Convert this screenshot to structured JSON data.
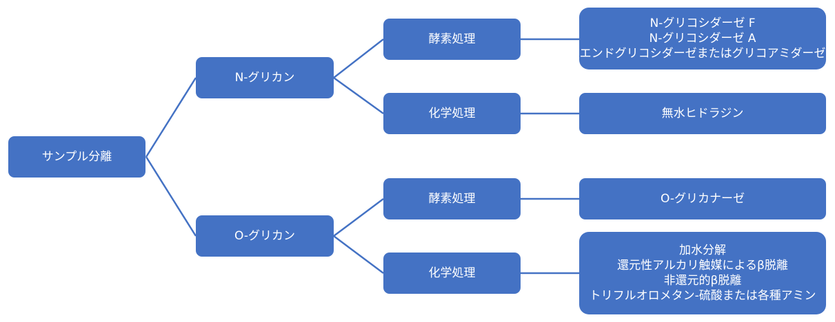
{
  "diagram": {
    "root": {
      "label": "サンプル分離"
    },
    "branches": [
      {
        "label": "N-グリカン",
        "methods": [
          {
            "label": "酵素処理",
            "details": [
              "N-グリコシダーゼ F",
              "N-グリコシダーゼ A",
              "エンドグリコシダーゼまたはグリコアミダーゼ"
            ]
          },
          {
            "label": "化学処理",
            "details": [
              "無水ヒドラジン"
            ]
          }
        ]
      },
      {
        "label": "O-グリカン",
        "methods": [
          {
            "label": "酵素処理",
            "details": [
              "O-グリカナーゼ"
            ]
          },
          {
            "label": "化学処理",
            "details": [
              "加水分解",
              "還元性アルカリ触媒によるβ脱離",
              "非還元的β脱離",
              "トリフルオロメタン-硫酸または各種アミン"
            ]
          }
        ]
      }
    ],
    "colors": {
      "node_fill": "#4472c4",
      "connector": "#4472c4",
      "text": "#ffffff"
    }
  }
}
